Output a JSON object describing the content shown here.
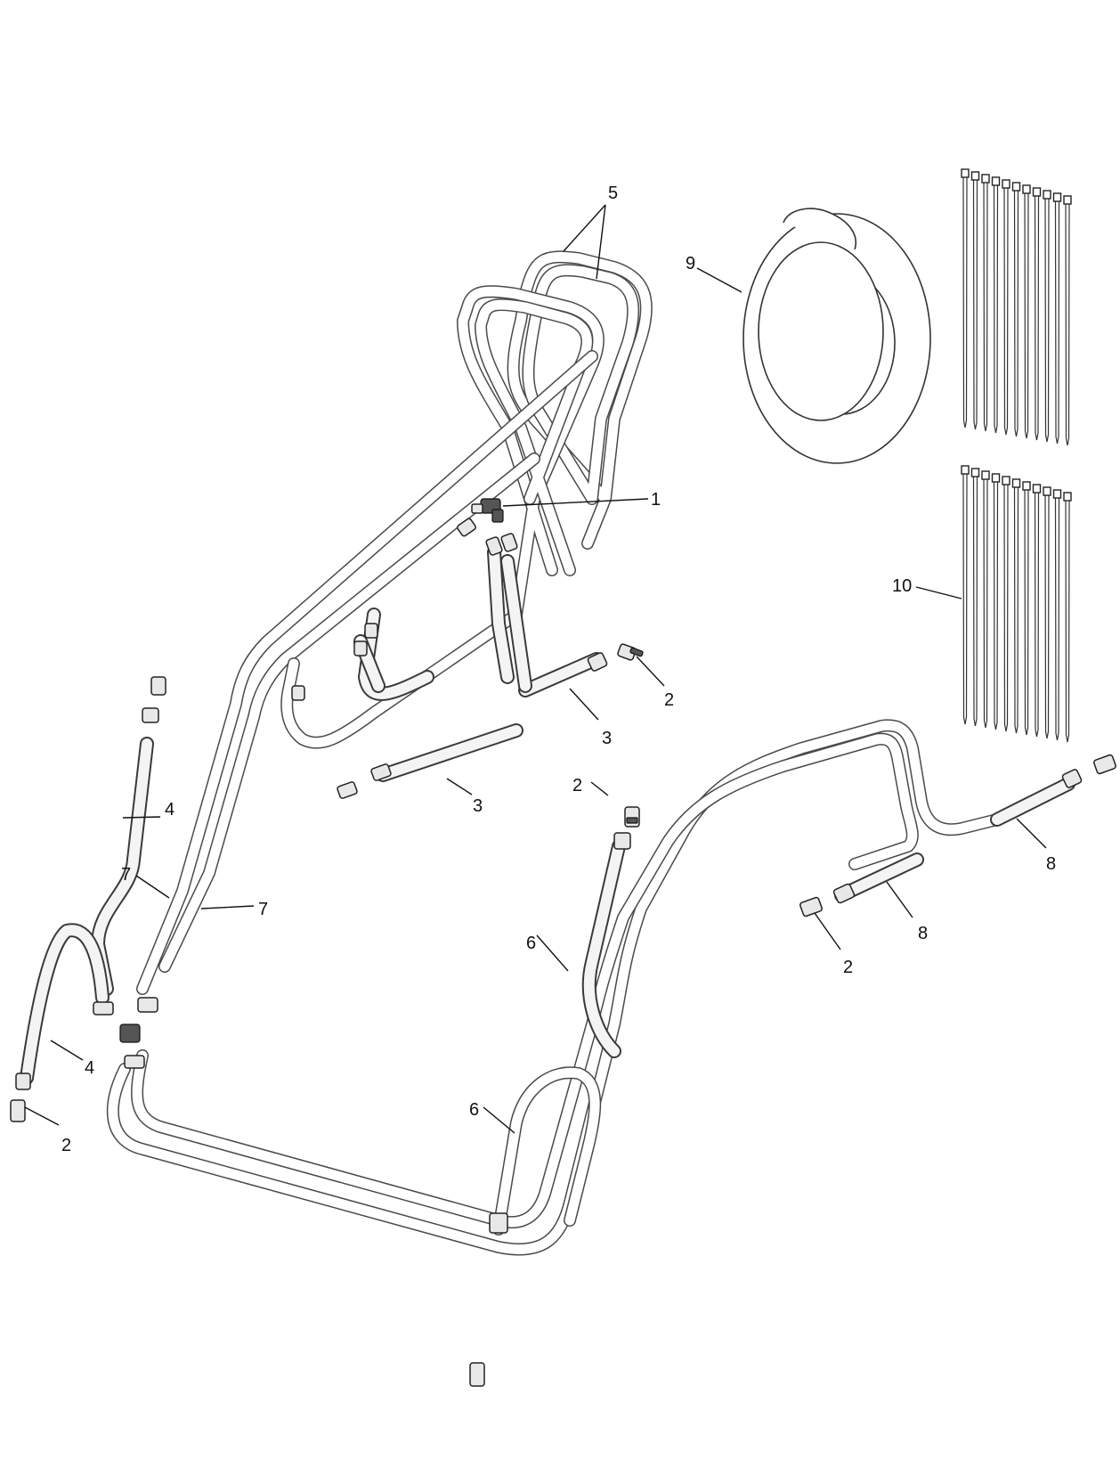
{
  "callouts": [
    {
      "id": "c1",
      "text": "1"
    },
    {
      "id": "c2a",
      "text": "2"
    },
    {
      "id": "c2b",
      "text": "2"
    },
    {
      "id": "c2c",
      "text": "2"
    },
    {
      "id": "c2d",
      "text": "2"
    },
    {
      "id": "c3a",
      "text": "3"
    },
    {
      "id": "c3b",
      "text": "3"
    },
    {
      "id": "c4a",
      "text": "4"
    },
    {
      "id": "c4b",
      "text": "4"
    },
    {
      "id": "c5",
      "text": "5"
    },
    {
      "id": "c6a",
      "text": "6"
    },
    {
      "id": "c6b",
      "text": "6"
    },
    {
      "id": "c7a",
      "text": "7"
    },
    {
      "id": "c7b",
      "text": "7"
    },
    {
      "id": "c8a",
      "text": "8"
    },
    {
      "id": "c8b",
      "text": "8"
    },
    {
      "id": "c9",
      "text": "9"
    },
    {
      "id": "c10",
      "text": "10"
    }
  ]
}
